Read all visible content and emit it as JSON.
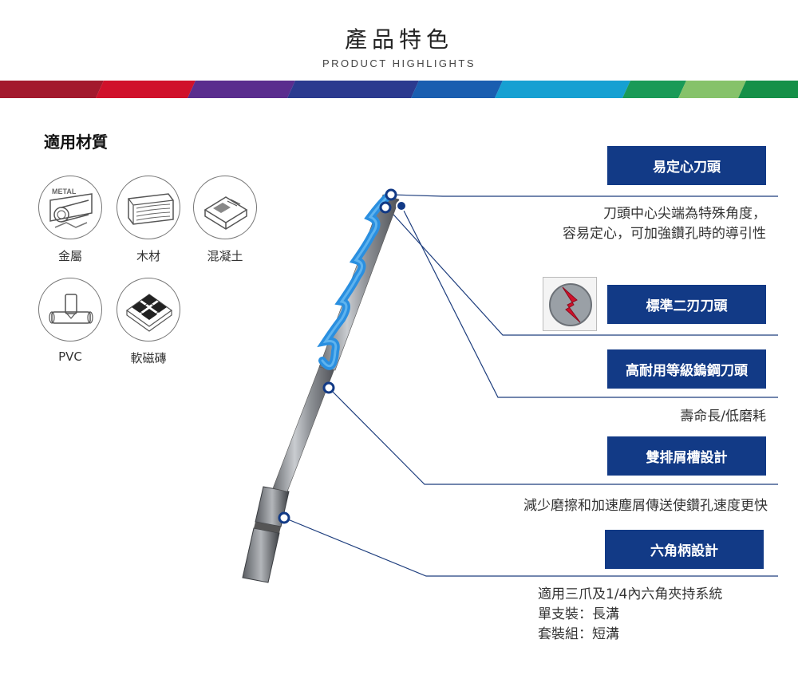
{
  "header": {
    "title": "產品特色",
    "subtitle": "PRODUCT HIGHLIGHTS"
  },
  "colors": {
    "band": [
      "#a3192d",
      "#c8102e",
      "#6e2a8c",
      "#2c2c8c",
      "#123a86",
      "#1b57a8",
      "#1a8fd0",
      "#14a1c7",
      "#1a9a57",
      "#7fc241",
      "#1a9a57"
    ],
    "feature_box": "#123a86",
    "callout": "#1d3d7d"
  },
  "materials": {
    "title": "適用材質",
    "items": [
      {
        "label": "金屬",
        "icon": "metal-pipe-icon",
        "icon_text": "METAL"
      },
      {
        "label": "木材",
        "icon": "wood-icon"
      },
      {
        "label": "混凝土",
        "icon": "concrete-icon"
      },
      {
        "label": "PVC",
        "icon": "pvc-pipe-icon"
      },
      {
        "label": "軟磁磚",
        "icon": "tile-icon"
      }
    ]
  },
  "features": [
    {
      "label": "易定心刀頭",
      "desc": [
        "刀頭中心尖端為特殊角度，",
        "容易定心，可加強鑽孔時的導引性"
      ]
    },
    {
      "label": "標準二刃刀頭",
      "desc": []
    },
    {
      "label": "高耐用等級鎢鋼刀頭",
      "desc": [
        "壽命長/低磨耗"
      ]
    },
    {
      "label": "雙排屑槽設計",
      "desc": [
        "減少磨擦和加速塵屑傳送使鑽孔速度更快"
      ]
    },
    {
      "label": "六角柄設計",
      "desc": [
        "適用三爪及1/4內六角夾持系統",
        "單支裝：長溝",
        "套裝組：短溝"
      ]
    }
  ]
}
